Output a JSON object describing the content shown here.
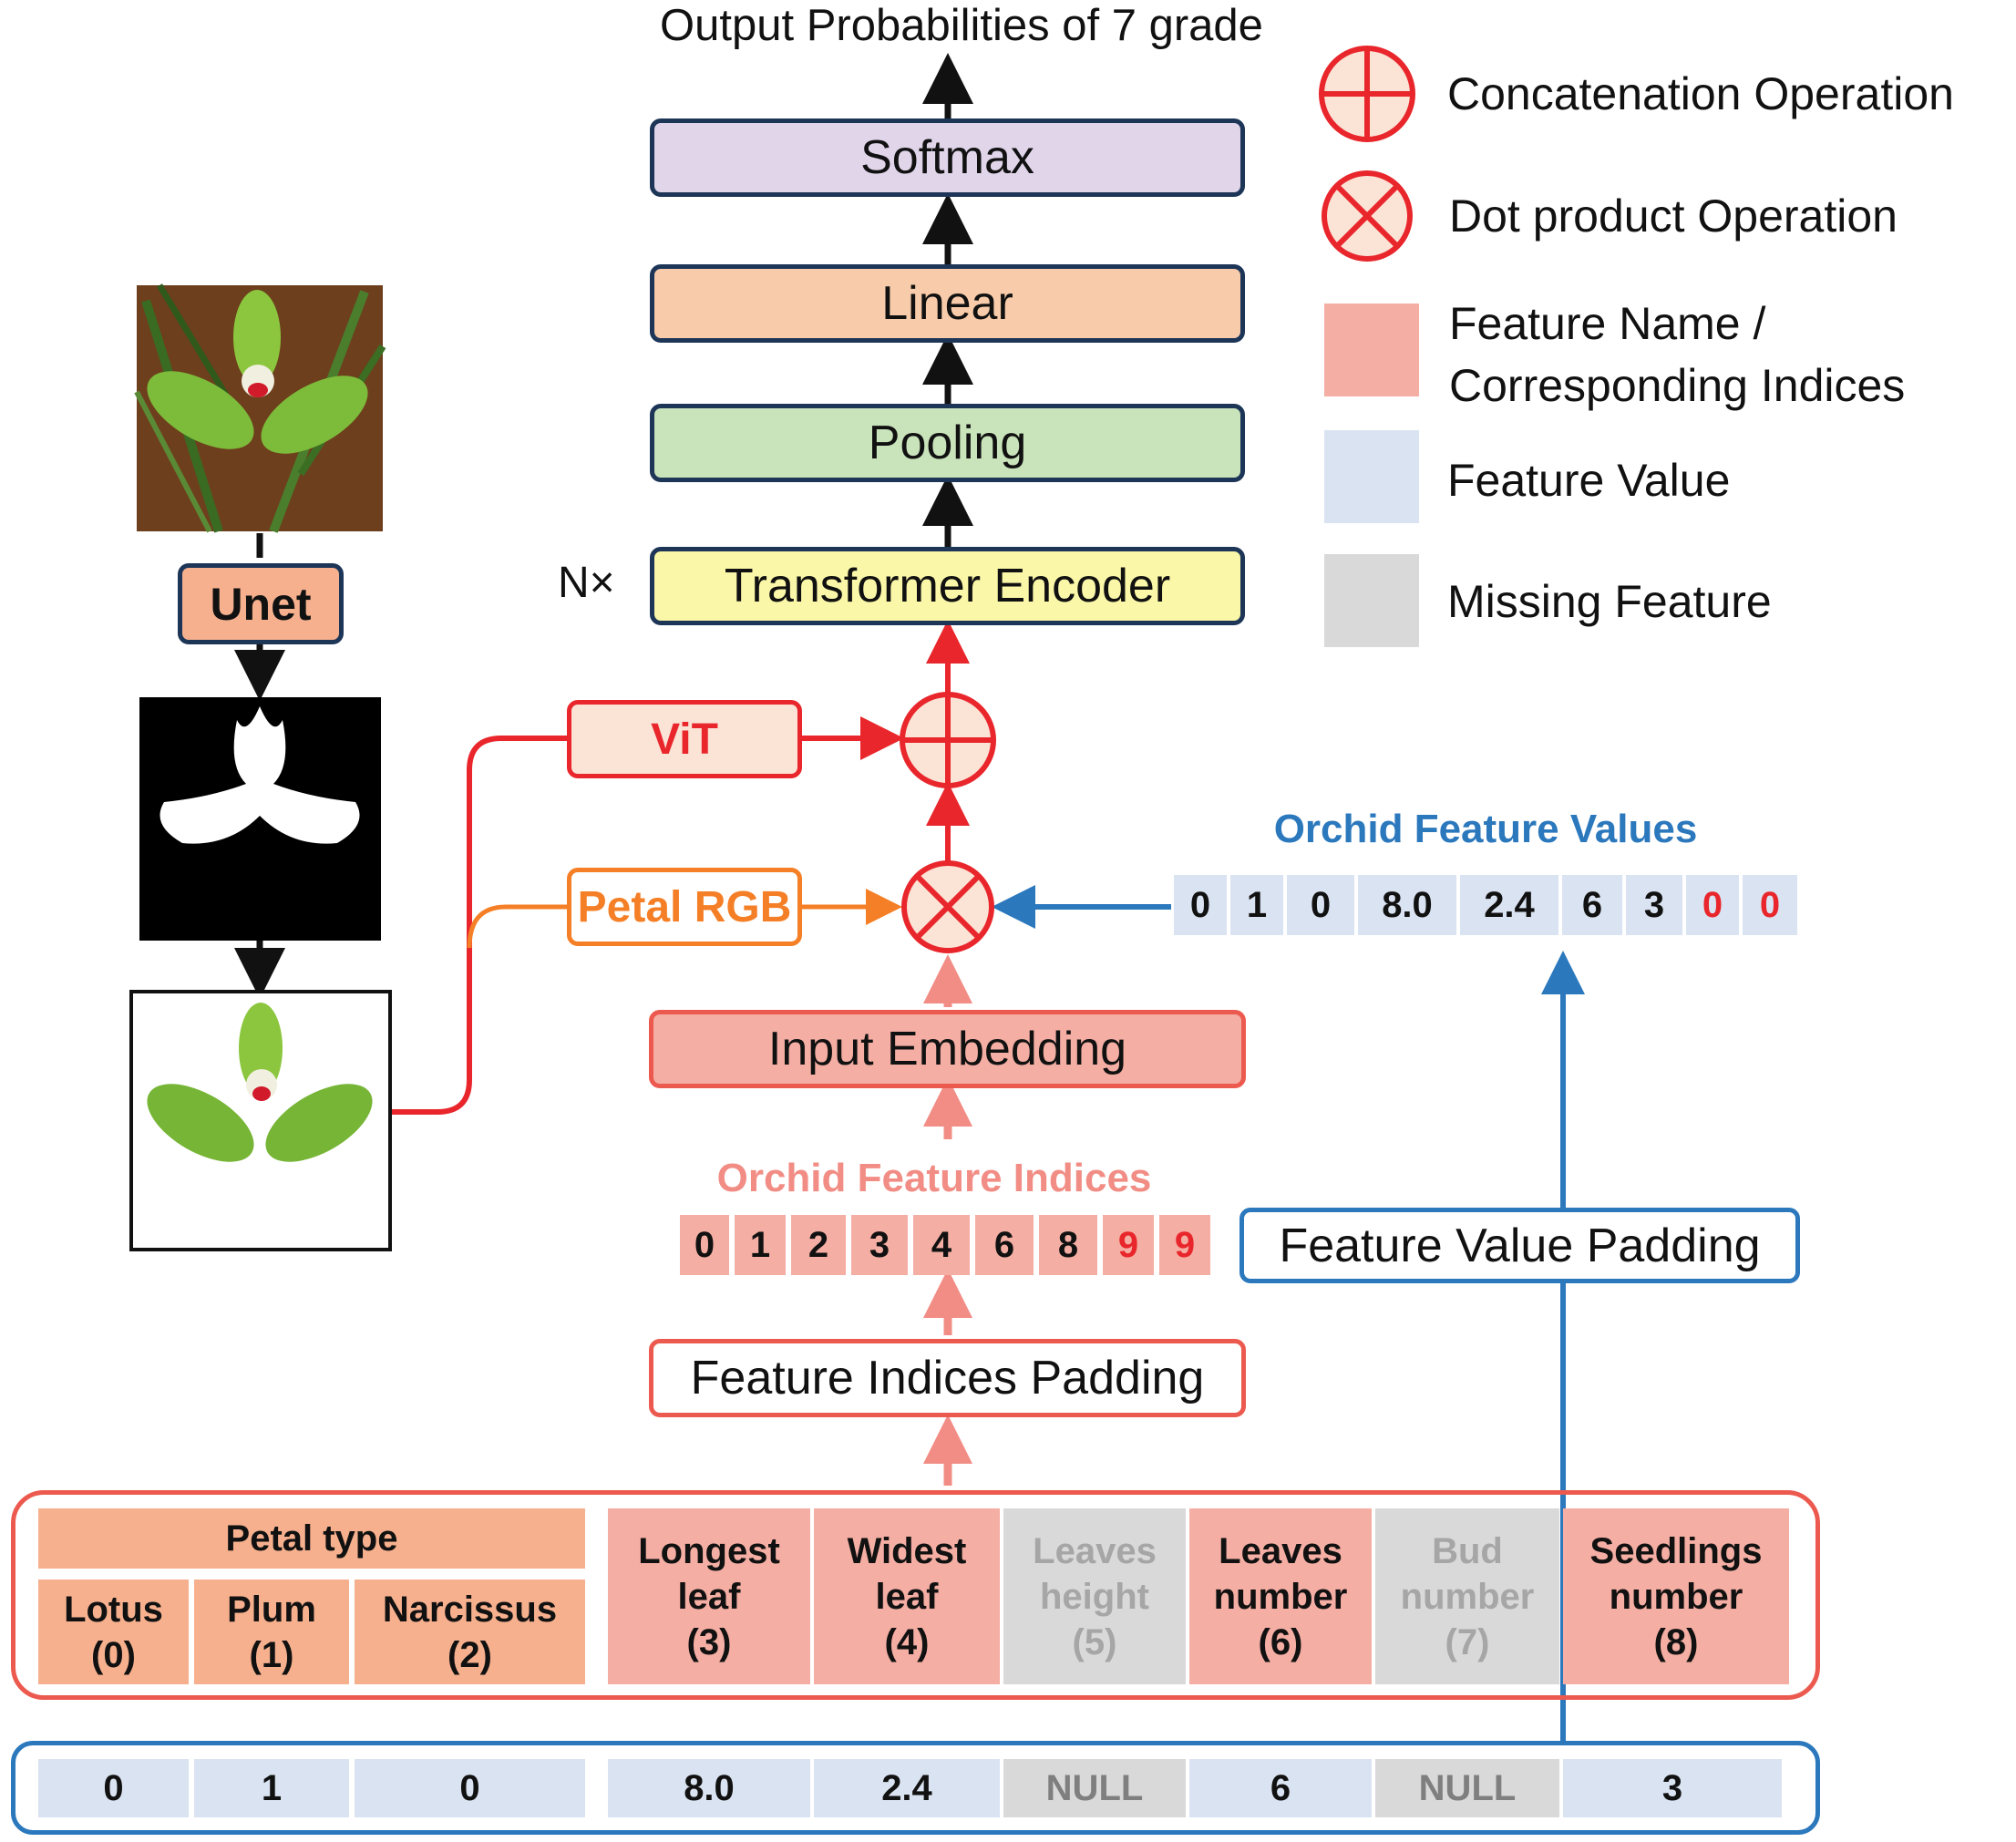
{
  "header": {
    "output_title": "Output Probabilities of 7 grade"
  },
  "pipeline": {
    "softmax": "Softmax",
    "linear": "Linear",
    "pooling": "Pooling",
    "transformer": "Transformer Encoder",
    "repeat": "N×",
    "vit": "ViT",
    "petal_rgb": "Petal RGB",
    "input_embedding": "Input Embedding",
    "feature_indices_padding": "Feature Indices Padding",
    "feature_value_padding": "Feature Value Padding",
    "unet": "Unet"
  },
  "legend": {
    "concat": "Concatenation Operation",
    "dot": "Dot product Operation",
    "feature_name_line1": "Feature Name /",
    "feature_name_line2": "Corresponding Indices",
    "feature_value": "Feature Value",
    "missing": "Missing Feature"
  },
  "feature_values": {
    "title": "Orchid Feature Values",
    "cells": [
      "0",
      "1",
      "0",
      "8.0",
      "2.4",
      "6",
      "3",
      "0",
      "0"
    ]
  },
  "feature_indices": {
    "title": "Orchid Feature Indices",
    "cells": [
      "0",
      "1",
      "2",
      "3",
      "4",
      "6",
      "8",
      "9",
      "9"
    ]
  },
  "features": {
    "petal_type": "Petal type",
    "lotus": "Lotus\n(0)",
    "plum": "Plum\n(1)",
    "narcissus": "Narcissus\n(2)",
    "longest_leaf": "Longest\nleaf\n(3)",
    "widest_leaf": "Widest\nleaf\n(4)",
    "leaves_height": "Leaves\nheight\n(5)",
    "leaves_number": "Leaves\nnumber\n(6)",
    "bud_number": "Bud\nnumber\n(7)",
    "seedlings_number": "Seedlings\nnumber\n(8)"
  },
  "values_row": [
    "0",
    "1",
    "0",
    "8.0",
    "2.4",
    "NULL",
    "6",
    "NULL",
    "3"
  ],
  "colors": {
    "red": "#e8262b",
    "orange": "#f57f26",
    "blue": "#2b78bd",
    "pink_arrow": "#f28d85",
    "feature_name": "#f4aea3",
    "petal_type": "#f6b08e",
    "feature_value": "#dae3f1",
    "missing": "#d9d9d9",
    "softmax": "#e1d5ea",
    "linear": "#f8ccaa",
    "pooling": "#c9e3bb",
    "transformer": "#fbf7a8",
    "vit": "#fbe3d6"
  }
}
